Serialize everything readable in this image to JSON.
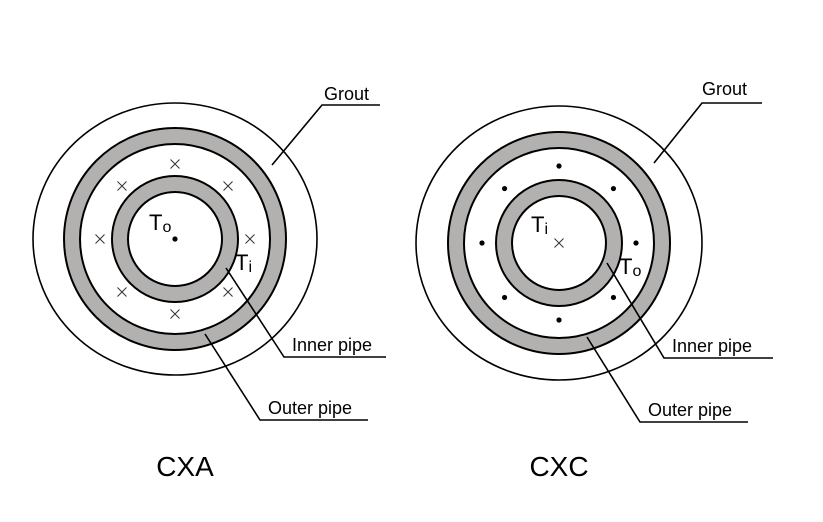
{
  "colors": {
    "pipe_wall": "#b3b0b0",
    "line": "#000000",
    "background": "#ffffff"
  },
  "diagrams": [
    {
      "id": "cxa",
      "title": "CXA",
      "labels": {
        "grout": "Grout",
        "inner_pipe": "Inner pipe",
        "outer_pipe": "Outer pipe"
      },
      "center_symbol": {
        "main": "T",
        "sub": "o"
      },
      "wall_symbol": {
        "main": "T",
        "sub": "i"
      },
      "center_marker": "dot",
      "annulus_marker": "cross",
      "annulus_marker_count": 8
    },
    {
      "id": "cxc",
      "title": "CXC",
      "labels": {
        "grout": "Grout",
        "inner_pipe": "Inner pipe",
        "outer_pipe": "Outer pipe"
      },
      "center_symbol": {
        "main": "T",
        "sub": "i"
      },
      "wall_symbol": {
        "main": "T",
        "sub": "o"
      },
      "center_marker": "cross",
      "annulus_marker": "dot",
      "annulus_marker_count": 8
    }
  ]
}
